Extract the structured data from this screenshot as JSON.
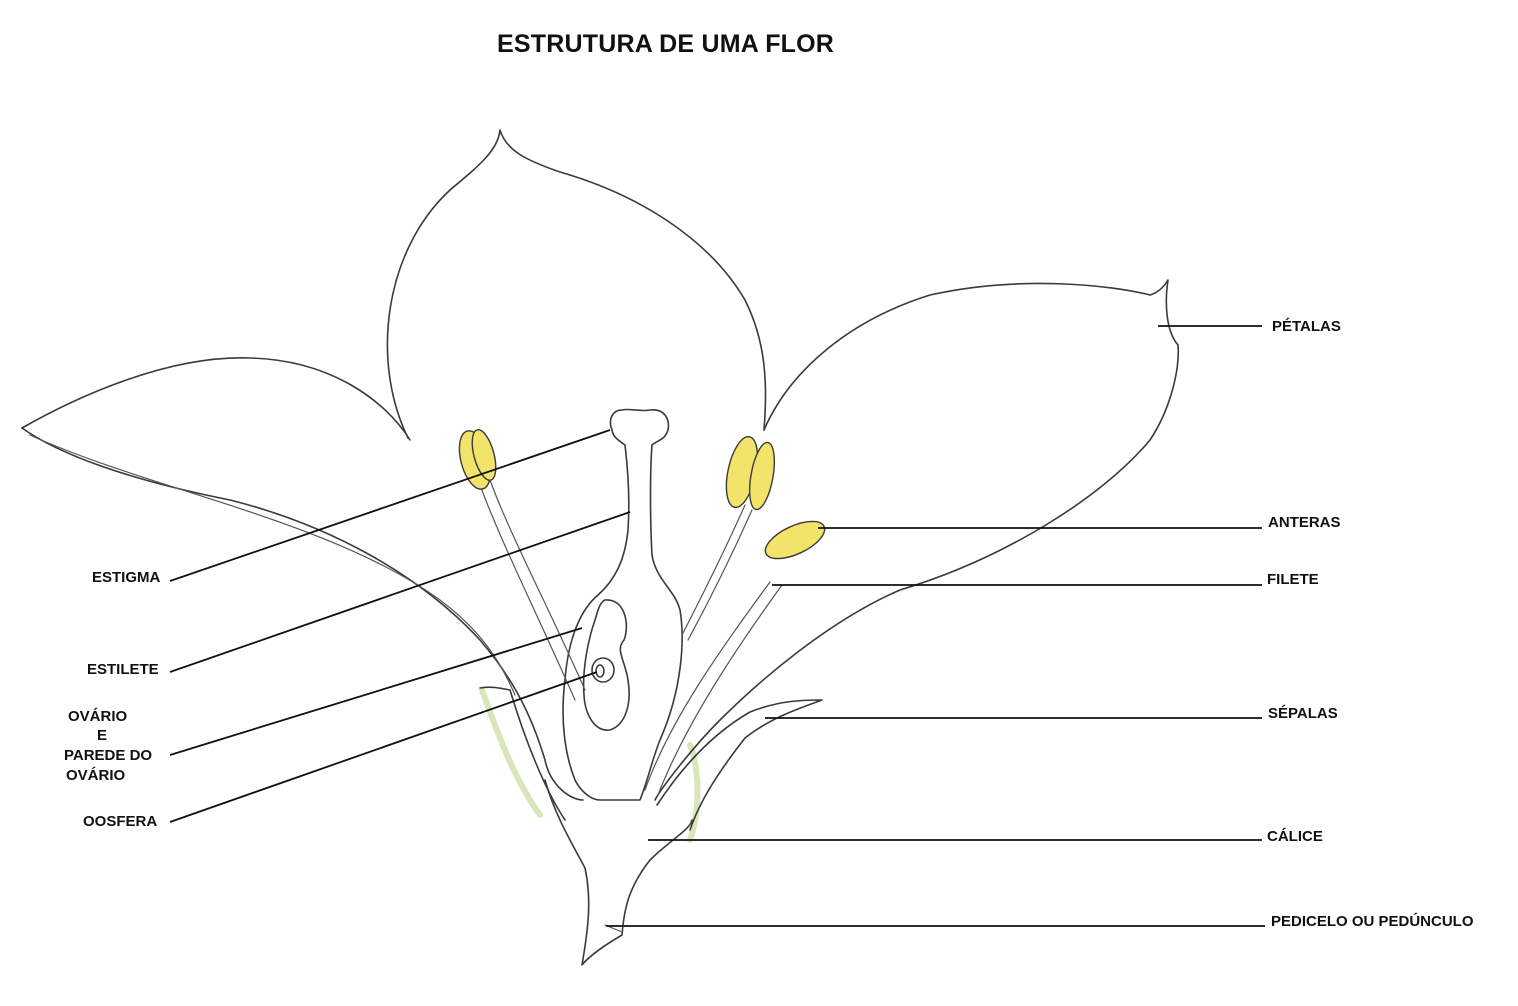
{
  "title": "ESTRUTURA DE UMA FLOR",
  "labels": {
    "petalas": "PÉTALAS",
    "anteras": "ANTERAS",
    "filete": "FILETE",
    "sepalas": "SÉPALAS",
    "calice": "CÁLICE",
    "pedicelo": "PEDICELO OU PEDÚNCULO",
    "estigma": "ESTIGMA",
    "estilete": "ESTILETE",
    "ovario_1": "OVÁRIO",
    "ovario_2": "E",
    "ovario_3": "PAREDE DO",
    "ovario_4": "OVÁRIO",
    "oosfera": "OOSFERA"
  },
  "colors": {
    "anther_fill": "#f2e36a",
    "sepal_tint": "#c9dba0",
    "outline": "#3a3a3a",
    "leader": "#111111"
  }
}
